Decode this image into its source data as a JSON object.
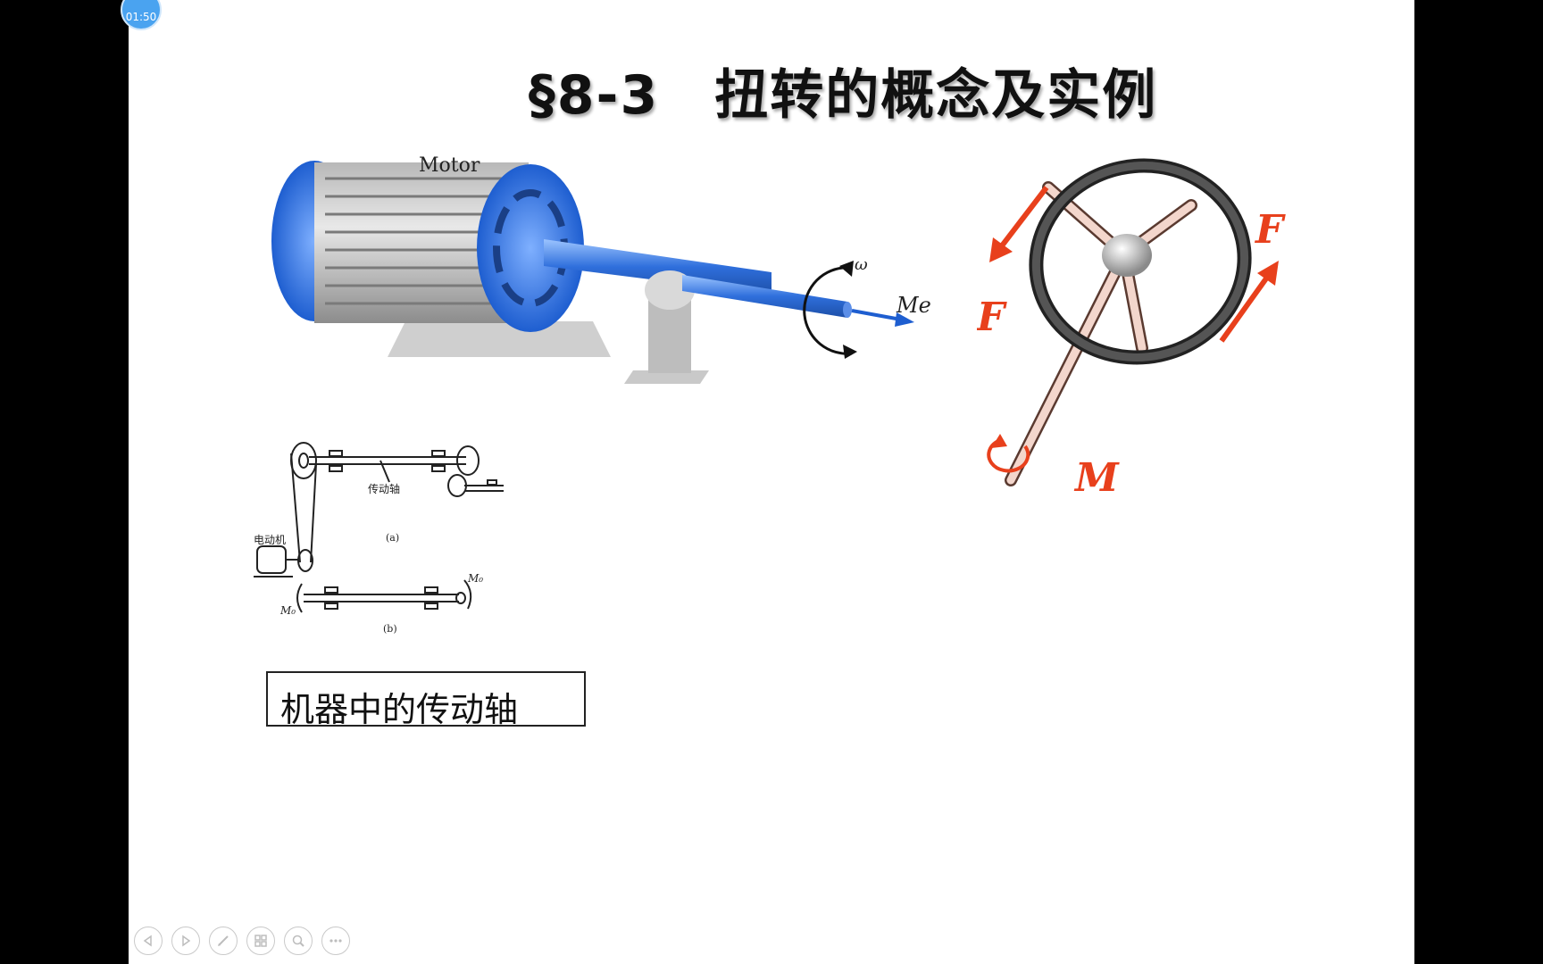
{
  "timer": {
    "value": "01:50"
  },
  "slide": {
    "title": "§8-3　扭转的概念及实例",
    "caption": "机器中的传动轴"
  },
  "motor_figure": {
    "motor_label": "Motor",
    "omega_label": "ω",
    "moment_label": "Me"
  },
  "shaft_diagram": {
    "shaft_label": "传动轴",
    "motor_label": "电动机",
    "label_a": "(a)",
    "label_b": "(b)",
    "moment_left": "M₀",
    "moment_right": "M₀"
  },
  "wheel_figure": {
    "force_left": "F",
    "force_right": "F",
    "moment_label": "M"
  },
  "toolbar": {
    "buttons": [
      "prev-icon",
      "next-icon",
      "pen-icon",
      "slides-icon",
      "zoom-icon",
      "more-icon"
    ]
  },
  "colors": {
    "motor_blue": "#2f6fdc",
    "force_red": "#e8401c",
    "slide_bg": "#ffffff"
  }
}
